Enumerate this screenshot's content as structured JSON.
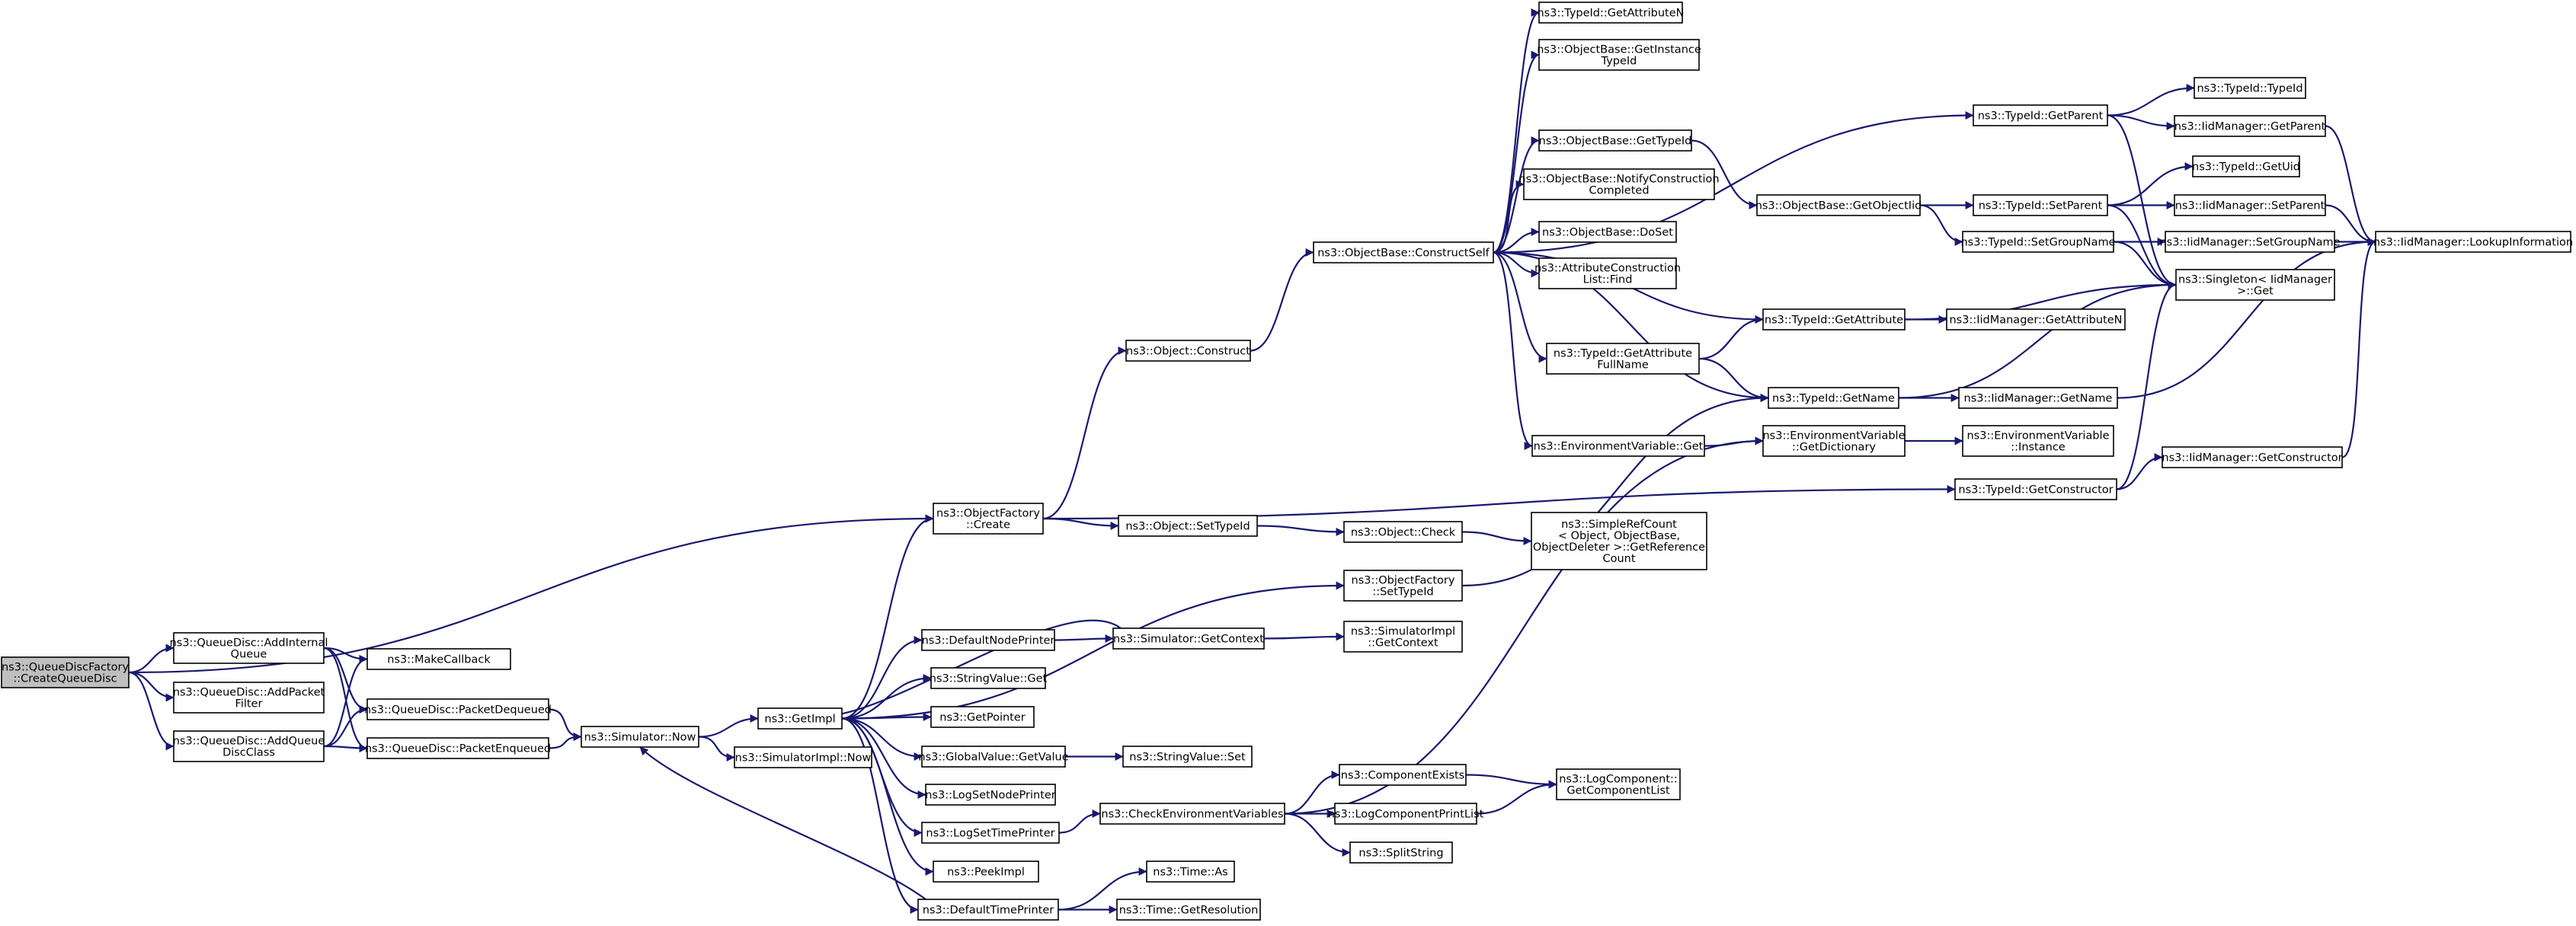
{
  "diagram": {
    "type": "call-graph",
    "colors": {
      "node_fill": "#ffffff",
      "root_fill": "#bfbfbf",
      "node_border": "#000000",
      "edge": "#191970"
    },
    "nodes": [
      {
        "id": "root",
        "lines": [
          "ns3::QueueDiscFactory",
          "::CreateQueueDisc"
        ]
      },
      {
        "id": "addInternalQueue",
        "lines": [
          "ns3::QueueDisc::AddInternal",
          "Queue"
        ]
      },
      {
        "id": "addPacketFilter",
        "lines": [
          "ns3::QueueDisc::AddPacket",
          "Filter"
        ]
      },
      {
        "id": "addQueueDiscClass",
        "lines": [
          "ns3::QueueDisc::AddQueue",
          "DiscClass"
        ]
      },
      {
        "id": "makeCallback",
        "lines": [
          "ns3::MakeCallback"
        ]
      },
      {
        "id": "packetDequeued",
        "lines": [
          "ns3::QueueDisc::PacketDequeued"
        ]
      },
      {
        "id": "packetEnqueued",
        "lines": [
          "ns3::QueueDisc::PacketEnqueued"
        ]
      },
      {
        "id": "simNow",
        "lines": [
          "ns3::Simulator::Now"
        ]
      },
      {
        "id": "getImpl",
        "lines": [
          "ns3::GetImpl"
        ]
      },
      {
        "id": "simImplNow",
        "lines": [
          "ns3::SimulatorImpl::Now"
        ]
      },
      {
        "id": "objFactoryCreate",
        "lines": [
          "ns3::ObjectFactory",
          "::Create"
        ]
      },
      {
        "id": "objConstruct",
        "lines": [
          "ns3::Object::Construct"
        ]
      },
      {
        "id": "objSetTypeId",
        "lines": [
          "ns3::Object::SetTypeId"
        ]
      },
      {
        "id": "objCheck",
        "lines": [
          "ns3::Object::Check"
        ]
      },
      {
        "id": "simpleRefCount",
        "lines": [
          "ns3::SimpleRefCount",
          "< Object, ObjectBase,",
          "ObjectDeleter >::GetReference",
          "Count"
        ]
      },
      {
        "id": "objFactorySetTypeId",
        "lines": [
          "ns3::ObjectFactory",
          "::SetTypeId"
        ]
      },
      {
        "id": "defaultNodePrinter",
        "lines": [
          "ns3::DefaultNodePrinter"
        ]
      },
      {
        "id": "simGetContext",
        "lines": [
          "ns3::Simulator::GetContext"
        ]
      },
      {
        "id": "simImplGetContext",
        "lines": [
          "ns3::SimulatorImpl",
          "::GetContext"
        ]
      },
      {
        "id": "stringValueGet",
        "lines": [
          "ns3::StringValue::Get"
        ]
      },
      {
        "id": "getPointer",
        "lines": [
          "ns3::GetPointer"
        ]
      },
      {
        "id": "globalValueGetValue",
        "lines": [
          "ns3::GlobalValue::GetValue"
        ]
      },
      {
        "id": "stringValueSet",
        "lines": [
          "ns3::StringValue::Set"
        ]
      },
      {
        "id": "logSetNodePrinter",
        "lines": [
          "ns3::LogSetNodePrinter"
        ]
      },
      {
        "id": "logSetTimePrinter",
        "lines": [
          "ns3::LogSetTimePrinter"
        ]
      },
      {
        "id": "checkEnvVars",
        "lines": [
          "ns3::CheckEnvironmentVariables"
        ]
      },
      {
        "id": "peekImpl",
        "lines": [
          "ns3::PeekImpl"
        ]
      },
      {
        "id": "defaultTimePrinter",
        "lines": [
          "ns3::DefaultTimePrinter"
        ]
      },
      {
        "id": "timeAs",
        "lines": [
          "ns3::Time::As"
        ]
      },
      {
        "id": "timeGetResolution",
        "lines": [
          "ns3::Time::GetResolution"
        ]
      },
      {
        "id": "componentExists",
        "lines": [
          "ns3::ComponentExists"
        ]
      },
      {
        "id": "logComponentPrintList",
        "lines": [
          "ns3::LogComponentPrintList"
        ]
      },
      {
        "id": "splitString",
        "lines": [
          "ns3::SplitString"
        ]
      },
      {
        "id": "logComponentGetList",
        "lines": [
          "ns3::LogComponent::",
          "GetComponentList"
        ]
      },
      {
        "id": "objBaseConstructSelf",
        "lines": [
          "ns3::ObjectBase::ConstructSelf"
        ]
      },
      {
        "id": "typeIdGetAttributeN",
        "lines": [
          "ns3::TypeId::GetAttributeN"
        ]
      },
      {
        "id": "objBaseGetInstanceTypeId",
        "lines": [
          "ns3::ObjectBase::GetInstance",
          "TypeId"
        ]
      },
      {
        "id": "objBaseGetTypeId",
        "lines": [
          "ns3::ObjectBase::GetTypeId"
        ]
      },
      {
        "id": "objBaseNotifyConstructionCompleted",
        "lines": [
          "ns3::ObjectBase::NotifyConstruction",
          "Completed"
        ]
      },
      {
        "id": "objBaseDoSet",
        "lines": [
          "ns3::ObjectBase::DoSet"
        ]
      },
      {
        "id": "attrConstructionListFind",
        "lines": [
          "ns3::AttributeConstruction",
          "List::Find"
        ]
      },
      {
        "id": "typeIdGetAttributeFullName",
        "lines": [
          "ns3::TypeId::GetAttribute",
          "FullName"
        ]
      },
      {
        "id": "envVarGet",
        "lines": [
          "ns3::EnvironmentVariable::Get"
        ]
      },
      {
        "id": "objBaseGetObjectIid",
        "lines": [
          "ns3::ObjectBase::GetObjectIid"
        ]
      },
      {
        "id": "typeIdGetAttribute",
        "lines": [
          "ns3::TypeId::GetAttribute"
        ]
      },
      {
        "id": "typeIdGetName",
        "lines": [
          "ns3::TypeId::GetName"
        ]
      },
      {
        "id": "envVarGetDictionary",
        "lines": [
          "ns3::EnvironmentVariable",
          "::GetDictionary"
        ]
      },
      {
        "id": "typeIdGetParent",
        "lines": [
          "ns3::TypeId::GetParent"
        ]
      },
      {
        "id": "typeIdSetParent",
        "lines": [
          "ns3::TypeId::SetParent"
        ]
      },
      {
        "id": "typeIdSetGroupName",
        "lines": [
          "ns3::TypeId::SetGroupName"
        ]
      },
      {
        "id": "typeIdGetConstructor",
        "lines": [
          "ns3::TypeId::GetConstructor"
        ]
      },
      {
        "id": "typeIdTypeId",
        "lines": [
          "ns3::TypeId::TypeId"
        ]
      },
      {
        "id": "iidMgrGetParent",
        "lines": [
          "ns3::IidManager::GetParent"
        ]
      },
      {
        "id": "typeIdGetUid",
        "lines": [
          "ns3::TypeId::GetUid"
        ]
      },
      {
        "id": "iidMgrSetParent",
        "lines": [
          "ns3::IidManager::SetParent"
        ]
      },
      {
        "id": "iidMgrSetGroupName",
        "lines": [
          "ns3::IidManager::SetGroupName"
        ]
      },
      {
        "id": "singletonGet",
        "lines": [
          "ns3::Singleton< IidManager",
          ">::Get"
        ]
      },
      {
        "id": "iidMgrGetAttributeN",
        "lines": [
          "ns3::IidManager::GetAttributeN"
        ]
      },
      {
        "id": "iidMgrGetName",
        "lines": [
          "ns3::IidManager::GetName"
        ]
      },
      {
        "id": "envVarInstance",
        "lines": [
          "ns3::EnvironmentVariable",
          "::Instance"
        ]
      },
      {
        "id": "iidMgrGetConstructor",
        "lines": [
          "ns3::IidManager::GetConstructor"
        ]
      },
      {
        "id": "iidMgrLookupInformation",
        "lines": [
          "ns3::IidManager::LookupInformation"
        ]
      }
    ],
    "edges": [
      [
        "root",
        "objFactoryCreate"
      ],
      [
        "root",
        "addInternalQueue"
      ],
      [
        "root",
        "addPacketFilter"
      ],
      [
        "root",
        "addQueueDiscClass"
      ],
      [
        "addInternalQueue",
        "makeCallback"
      ],
      [
        "addInternalQueue",
        "packetDequeued"
      ],
      [
        "addInternalQueue",
        "packetEnqueued"
      ],
      [
        "addQueueDiscClass",
        "makeCallback"
      ],
      [
        "addQueueDiscClass",
        "packetDequeued"
      ],
      [
        "addQueueDiscClass",
        "packetEnqueued"
      ],
      [
        "packetDequeued",
        "simNow"
      ],
      [
        "packetEnqueued",
        "simNow"
      ],
      [
        "simNow",
        "getImpl"
      ],
      [
        "simNow",
        "simImplNow"
      ],
      [
        "getImpl",
        "objFactoryCreate"
      ],
      [
        "getImpl",
        "objFactorySetTypeId"
      ],
      [
        "getImpl",
        "defaultNodePrinter"
      ],
      [
        "getImpl",
        "stringValueGet"
      ],
      [
        "getImpl",
        "getPointer"
      ],
      [
        "getImpl",
        "globalValueGetValue"
      ],
      [
        "getImpl",
        "logSetNodePrinter"
      ],
      [
        "getImpl",
        "logSetTimePrinter"
      ],
      [
        "getImpl",
        "peekImpl"
      ],
      [
        "getImpl",
        "defaultTimePrinter"
      ],
      [
        "defaultNodePrinter",
        "simGetContext"
      ],
      [
        "simGetContext",
        "getImpl"
      ],
      [
        "simGetContext",
        "simImplGetContext"
      ],
      [
        "globalValueGetValue",
        "stringValueSet"
      ],
      [
        "logSetTimePrinter",
        "checkEnvVars"
      ],
      [
        "checkEnvVars",
        "componentExists"
      ],
      [
        "checkEnvVars",
        "logComponentPrintList"
      ],
      [
        "checkEnvVars",
        "splitString"
      ],
      [
        "checkEnvVars",
        "envVarGetDictionary"
      ],
      [
        "componentExists",
        "logComponentGetList"
      ],
      [
        "logComponentPrintList",
        "logComponentGetList"
      ],
      [
        "defaultTimePrinter",
        "simNow"
      ],
      [
        "defaultTimePrinter",
        "timeAs"
      ],
      [
        "defaultTimePrinter",
        "timeGetResolution"
      ],
      [
        "objFactoryCreate",
        "objConstruct"
      ],
      [
        "objFactoryCreate",
        "objSetTypeId"
      ],
      [
        "objFactoryCreate",
        "typeIdGetConstructor"
      ],
      [
        "objSetTypeId",
        "objCheck"
      ],
      [
        "objCheck",
        "simpleRefCount"
      ],
      [
        "objFactorySetTypeId",
        "typeIdGetName"
      ],
      [
        "objConstruct",
        "objBaseConstructSelf"
      ],
      [
        "objBaseConstructSelf",
        "typeIdGetAttributeN"
      ],
      [
        "objBaseConstructSelf",
        "objBaseGetInstanceTypeId"
      ],
      [
        "objBaseConstructSelf",
        "typeIdGetParent"
      ],
      [
        "objBaseConstructSelf",
        "objBaseGetTypeId"
      ],
      [
        "objBaseConstructSelf",
        "objBaseNotifyConstructionCompleted"
      ],
      [
        "objBaseConstructSelf",
        "objBaseDoSet"
      ],
      [
        "objBaseConstructSelf",
        "attrConstructionListFind"
      ],
      [
        "objBaseConstructSelf",
        "typeIdGetAttribute"
      ],
      [
        "objBaseConstructSelf",
        "typeIdGetAttributeFullName"
      ],
      [
        "objBaseConstructSelf",
        "typeIdGetName"
      ],
      [
        "objBaseConstructSelf",
        "envVarGet"
      ],
      [
        "objBaseGetTypeId",
        "objBaseGetObjectIid"
      ],
      [
        "objBaseGetObjectIid",
        "typeIdSetParent"
      ],
      [
        "objBaseGetObjectIid",
        "typeIdSetGroupName"
      ],
      [
        "typeIdGetAttributeFullName",
        "typeIdGetAttribute"
      ],
      [
        "typeIdGetAttributeFullName",
        "typeIdGetName"
      ],
      [
        "envVarGet",
        "envVarGetDictionary"
      ],
      [
        "typeIdGetAttribute",
        "singletonGet"
      ],
      [
        "typeIdGetAttribute",
        "iidMgrGetAttributeN"
      ],
      [
        "typeIdGetName",
        "singletonGet"
      ],
      [
        "typeIdGetName",
        "iidMgrGetName"
      ],
      [
        "envVarGetDictionary",
        "envVarInstance"
      ],
      [
        "typeIdGetParent",
        "typeIdTypeId"
      ],
      [
        "typeIdGetParent",
        "iidMgrGetParent"
      ],
      [
        "typeIdGetParent",
        "singletonGet"
      ],
      [
        "typeIdSetParent",
        "typeIdGetUid"
      ],
      [
        "typeIdSetParent",
        "iidMgrSetParent"
      ],
      [
        "typeIdSetParent",
        "singletonGet"
      ],
      [
        "typeIdSetGroupName",
        "iidMgrSetGroupName"
      ],
      [
        "typeIdSetGroupName",
        "singletonGet"
      ],
      [
        "typeIdGetConstructor",
        "singletonGet"
      ],
      [
        "typeIdGetConstructor",
        "iidMgrGetConstructor"
      ],
      [
        "iidMgrGetParent",
        "iidMgrLookupInformation"
      ],
      [
        "iidMgrSetParent",
        "iidMgrLookupInformation"
      ],
      [
        "iidMgrSetGroupName",
        "iidMgrLookupInformation"
      ],
      [
        "iidMgrGetName",
        "iidMgrLookupInformation"
      ],
      [
        "iidMgrGetConstructor",
        "iidMgrLookupInformation"
      ]
    ]
  }
}
